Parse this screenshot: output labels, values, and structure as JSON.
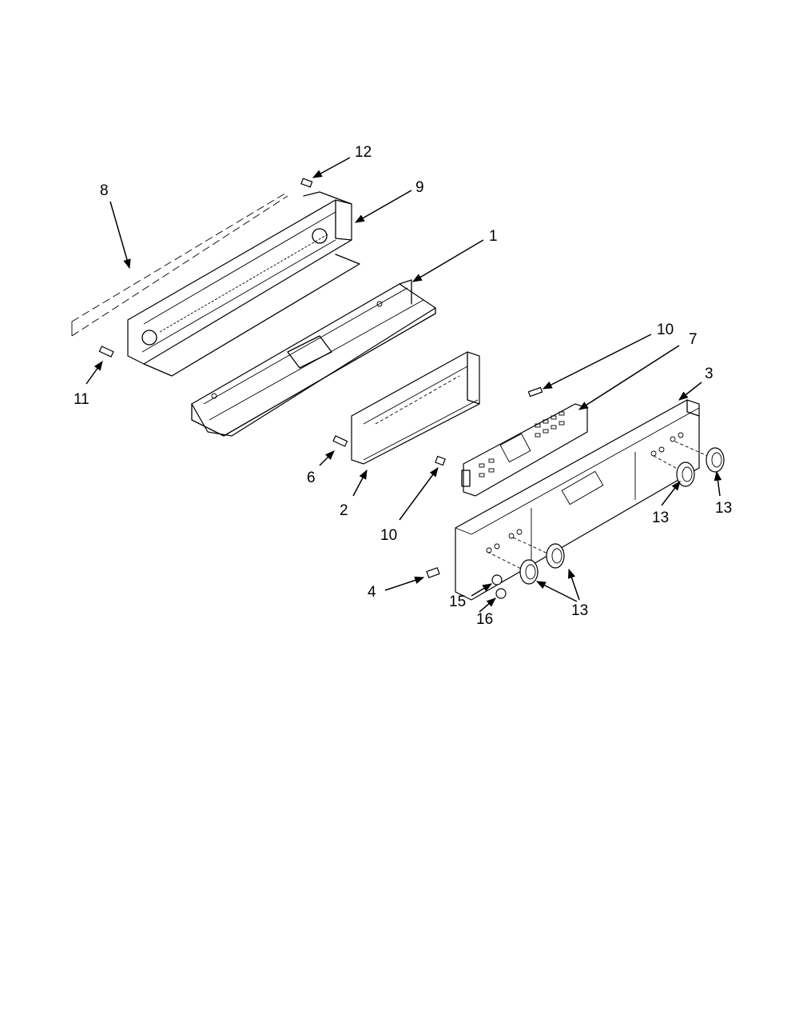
{
  "diagram": {
    "callouts": [
      {
        "id": "c12",
        "label": "12"
      },
      {
        "id": "c8",
        "label": "8"
      },
      {
        "id": "c9",
        "label": "9"
      },
      {
        "id": "c1",
        "label": "1"
      },
      {
        "id": "c11",
        "label": "11"
      },
      {
        "id": "c10a",
        "label": "10"
      },
      {
        "id": "c7",
        "label": "7"
      },
      {
        "id": "c3",
        "label": "3"
      },
      {
        "id": "c6",
        "label": "6"
      },
      {
        "id": "c2",
        "label": "2"
      },
      {
        "id": "c10b",
        "label": "10"
      },
      {
        "id": "c13a",
        "label": "13"
      },
      {
        "id": "c13b",
        "label": "13"
      },
      {
        "id": "c4",
        "label": "4"
      },
      {
        "id": "c15",
        "label": "15"
      },
      {
        "id": "c16",
        "label": "16"
      },
      {
        "id": "c13c",
        "label": "13"
      }
    ]
  }
}
